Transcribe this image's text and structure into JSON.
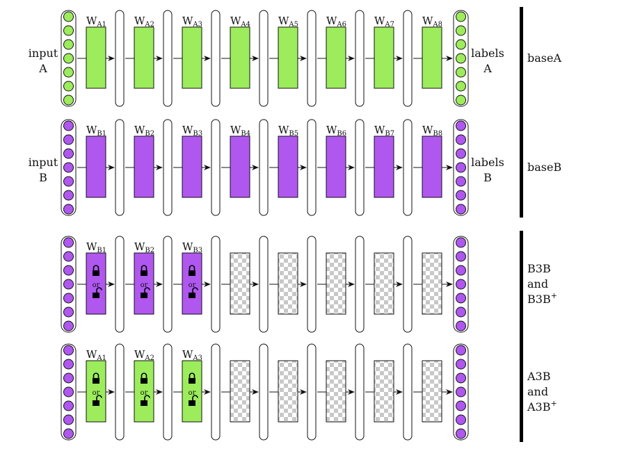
{
  "colors": {
    "green": "#9cec5b",
    "purple": "#b057f0",
    "checker_light": "#ffffff",
    "checker_dark": "#c8c8c8",
    "stroke": "#111111",
    "bar": "#000000"
  },
  "or_text": "or",
  "rows": [
    {
      "id": "baseA",
      "neuron_color": "green",
      "input_label": [
        "input",
        "A"
      ],
      "output_label": [
        "labels",
        "A"
      ],
      "layers": [
        {
          "w": "W",
          "sub": "A1",
          "color": "green",
          "lock": false
        },
        {
          "w": "W",
          "sub": "A2",
          "color": "green",
          "lock": false
        },
        {
          "w": "W",
          "sub": "A3",
          "color": "green",
          "lock": false
        },
        {
          "w": "W",
          "sub": "A4",
          "color": "green",
          "lock": false
        },
        {
          "w": "W",
          "sub": "A5",
          "color": "green",
          "lock": false
        },
        {
          "w": "W",
          "sub": "A6",
          "color": "green",
          "lock": false
        },
        {
          "w": "W",
          "sub": "A7",
          "color": "green",
          "lock": false
        },
        {
          "w": "W",
          "sub": "A8",
          "color": "green",
          "lock": false
        }
      ]
    },
    {
      "id": "baseB",
      "neuron_color": "purple",
      "input_label": [
        "input",
        "B"
      ],
      "output_label": [
        "labels",
        "B"
      ],
      "layers": [
        {
          "w": "W",
          "sub": "B1",
          "color": "purple",
          "lock": false
        },
        {
          "w": "W",
          "sub": "B2",
          "color": "purple",
          "lock": false
        },
        {
          "w": "W",
          "sub": "B3",
          "color": "purple",
          "lock": false
        },
        {
          "w": "W",
          "sub": "B4",
          "color": "purple",
          "lock": false
        },
        {
          "w": "W",
          "sub": "B5",
          "color": "purple",
          "lock": false
        },
        {
          "w": "W",
          "sub": "B6",
          "color": "purple",
          "lock": false
        },
        {
          "w": "W",
          "sub": "B7",
          "color": "purple",
          "lock": false
        },
        {
          "w": "W",
          "sub": "B8",
          "color": "purple",
          "lock": false
        }
      ]
    },
    {
      "id": "B3B",
      "neuron_color": "purple",
      "input_label": [],
      "output_label": [],
      "layers": [
        {
          "w": "W",
          "sub": "B1",
          "color": "purple",
          "lock": true
        },
        {
          "w": "W",
          "sub": "B2",
          "color": "purple",
          "lock": true
        },
        {
          "w": "W",
          "sub": "B3",
          "color": "purple",
          "lock": true
        },
        {
          "w": "",
          "sub": "",
          "color": "checker",
          "lock": false
        },
        {
          "w": "",
          "sub": "",
          "color": "checker",
          "lock": false
        },
        {
          "w": "",
          "sub": "",
          "color": "checker",
          "lock": false
        },
        {
          "w": "",
          "sub": "",
          "color": "checker",
          "lock": false
        },
        {
          "w": "",
          "sub": "",
          "color": "checker",
          "lock": false
        }
      ]
    },
    {
      "id": "A3B",
      "neuron_color": "purple",
      "input_label": [],
      "output_label": [],
      "layers": [
        {
          "w": "W",
          "sub": "A1",
          "color": "green",
          "lock": true
        },
        {
          "w": "W",
          "sub": "A2",
          "color": "green",
          "lock": true
        },
        {
          "w": "W",
          "sub": "A3",
          "color": "green",
          "lock": true
        },
        {
          "w": "",
          "sub": "",
          "color": "checker",
          "lock": false
        },
        {
          "w": "",
          "sub": "",
          "color": "checker",
          "lock": false
        },
        {
          "w": "",
          "sub": "",
          "color": "checker",
          "lock": false
        },
        {
          "w": "",
          "sub": "",
          "color": "checker",
          "lock": false
        },
        {
          "w": "",
          "sub": "",
          "color": "checker",
          "lock": false
        }
      ]
    }
  ],
  "side_labels": [
    {
      "lines": [
        {
          "text": "baseA",
          "sup": ""
        }
      ]
    },
    {
      "lines": [
        {
          "text": "baseB",
          "sup": ""
        }
      ]
    },
    {
      "lines": [
        {
          "text": "B3B",
          "sup": ""
        },
        {
          "text": "and",
          "sup": ""
        },
        {
          "text": "B3B",
          "sup": "+"
        }
      ]
    },
    {
      "lines": [
        {
          "text": "A3B",
          "sup": ""
        },
        {
          "text": "and",
          "sup": ""
        },
        {
          "text": "A3B",
          "sup": "+"
        }
      ]
    }
  ]
}
